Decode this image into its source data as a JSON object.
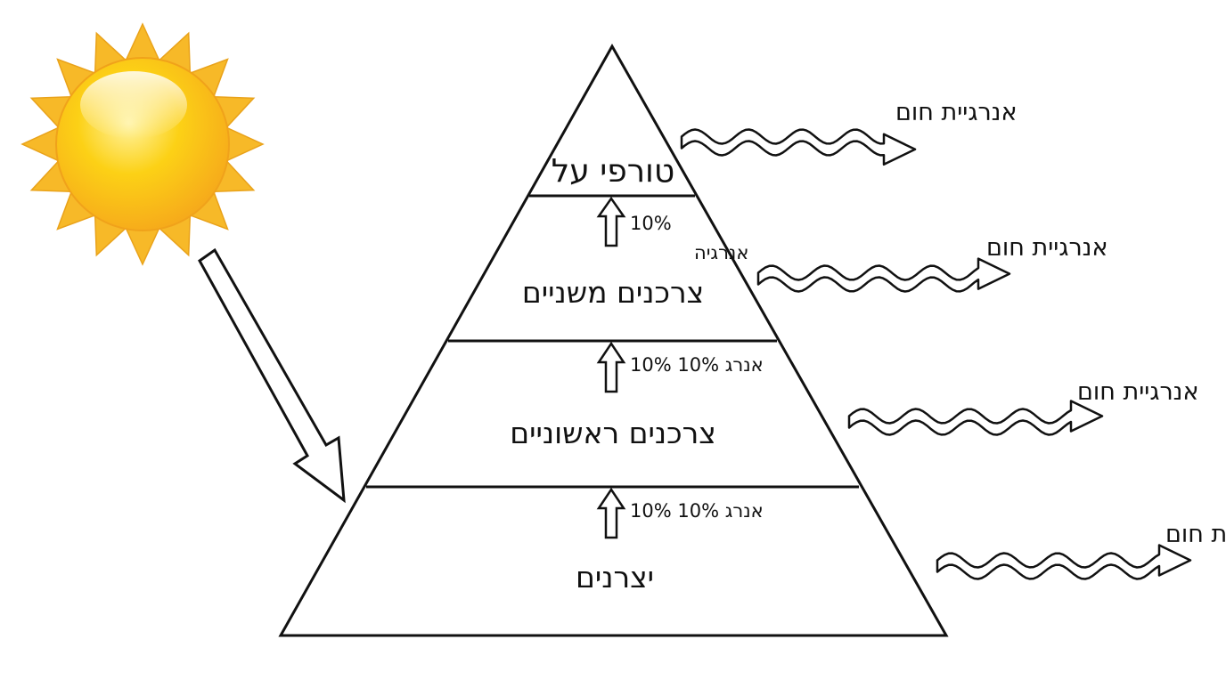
{
  "pyramid": {
    "levels": [
      {
        "id": "apex",
        "label": "טורפי על"
      },
      {
        "id": "secondary",
        "label": "צרכנים משניים"
      },
      {
        "id": "primary",
        "label": "צרכנים ראשוניים"
      },
      {
        "id": "producers",
        "label": "יצרנים"
      }
    ],
    "transfers": [
      {
        "line1": "10%",
        "line2": "אנרגיה"
      },
      {
        "text": "10% אנרג 10%"
      },
      {
        "text": "10% אנרג 10%"
      }
    ]
  },
  "heat_outputs": [
    {
      "label": "אנרגיית חום"
    },
    {
      "label": "אנרגיית חום"
    },
    {
      "label": "אנרגיית חום"
    },
    {
      "label": "אנרגיית חום"
    }
  ],
  "colors": {
    "sun_rays": "#f7b928",
    "sun_core": "#fcd116",
    "sun_highlight": "#fff6c8",
    "stroke": "#111111",
    "background": "#ffffff"
  },
  "icons": {
    "sun": "sun-icon",
    "sunlight_arrow": "arrow-down-right-icon",
    "transfer_arrow": "arrow-up-icon",
    "heat_arrow": "wavy-arrow-right-icon"
  }
}
